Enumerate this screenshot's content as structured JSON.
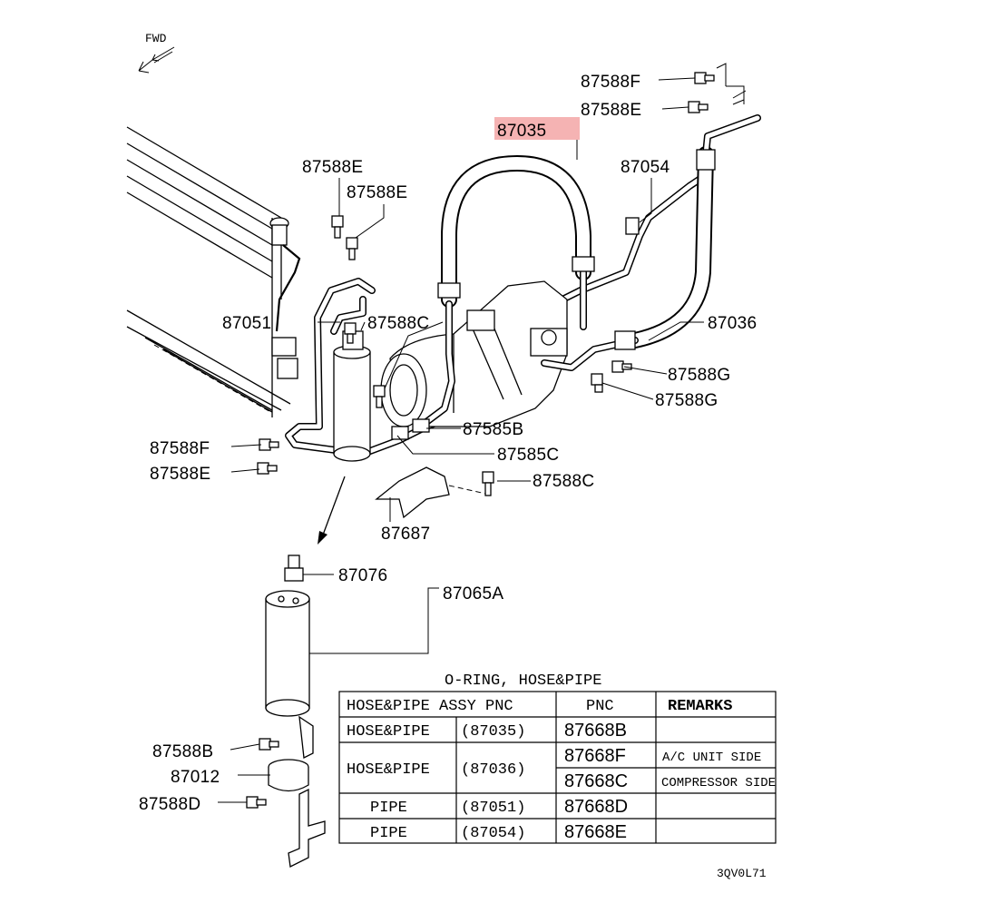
{
  "diagram": {
    "fwd_label": "FWD",
    "figure_code": "3QV0L71",
    "highlight_color": "#f5b3b3",
    "callouts": {
      "c87588F_top": "87588F",
      "c87588E_top": "87588E",
      "c87035": "87035",
      "c87054": "87054",
      "c87588E_left1": "87588E",
      "c87588E_left2": "87588E",
      "c87051": "87051",
      "c87588C_mid": "87588C",
      "c87036": "87036",
      "c87588G_1": "87588G",
      "c87588G_2": "87588G",
      "c87585B": "87585B",
      "c87585C": "87585C",
      "c87588F_left": "87588F",
      "c87588E_left3": "87588E",
      "c87588C_low": "87588C",
      "c87687": "87687",
      "c87076": "87076",
      "c87065A": "87065A",
      "c87588B": "87588B",
      "c87012": "87012",
      "c87588D": "87588D"
    },
    "table": {
      "title": "O-RING, HOSE&PIPE",
      "headers": [
        "HOSE&PIPE ASSY PNC",
        "PNC",
        "REMARKS"
      ],
      "rows": [
        {
          "name": "HOSE&PIPE",
          "assy": "(87035)",
          "pnc": "87668B",
          "remarks": ""
        },
        {
          "name": "HOSE&PIPE",
          "assy": "(87036)",
          "pnc": "87668F",
          "remarks": "A/C UNIT SIDE"
        },
        {
          "name": "",
          "assy": "",
          "pnc": "87668C",
          "remarks": "COMPRESSOR SIDE"
        },
        {
          "name": "PIPE",
          "assy": "(87051)",
          "pnc": "87668D",
          "remarks": ""
        },
        {
          "name": "PIPE",
          "assy": "(87054)",
          "pnc": "87668E",
          "remarks": ""
        }
      ]
    }
  }
}
